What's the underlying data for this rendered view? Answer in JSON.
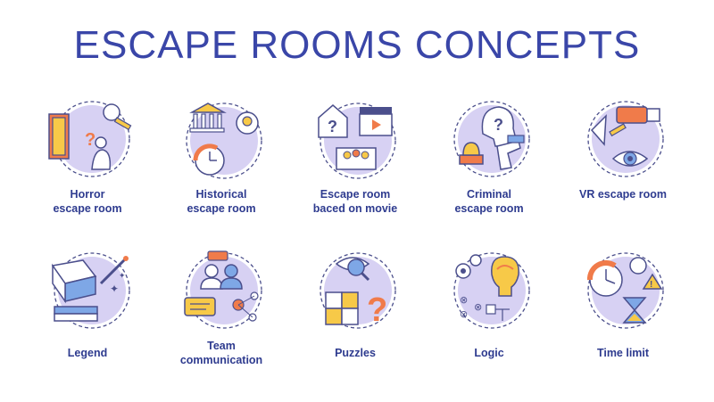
{
  "title": "ESCAPE ROOMS CONCEPTS",
  "colors": {
    "title": "#3a46a8",
    "label": "#2e3b8f",
    "lavender": "#c9c2ee",
    "outline": "#4b4f8c",
    "orange": "#f07b4a",
    "yellow": "#f7c948",
    "blue": "#7ea7e6"
  },
  "concepts": [
    {
      "icon": "horror-icon",
      "lines": [
        "Horror",
        "escape room"
      ]
    },
    {
      "icon": "historical-icon",
      "lines": [
        "Historical",
        "escape room"
      ]
    },
    {
      "icon": "movie-icon",
      "lines": [
        "Escape room",
        "baced on movie"
      ]
    },
    {
      "icon": "criminal-icon",
      "lines": [
        "Criminal",
        "escape room"
      ]
    },
    {
      "icon": "vr-icon",
      "lines": [
        "VR escape room"
      ]
    },
    {
      "icon": "legend-icon",
      "lines": [
        "Legend"
      ]
    },
    {
      "icon": "team-communication-icon",
      "lines": [
        "Team",
        "communication"
      ]
    },
    {
      "icon": "puzzles-icon",
      "lines": [
        "Puzzles"
      ]
    },
    {
      "icon": "logic-icon",
      "lines": [
        "Logic"
      ]
    },
    {
      "icon": "time-limit-icon",
      "lines": [
        "Time limit"
      ]
    }
  ]
}
